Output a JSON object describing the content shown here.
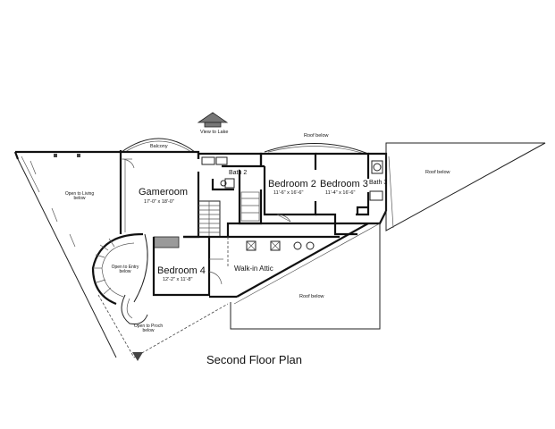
{
  "plan_title": "Second Floor Plan",
  "rooms": {
    "gameroom": {
      "name": "Gameroom",
      "dims": "17'-0\" x 18'-0\""
    },
    "bedroom2": {
      "name": "Bedroom 2",
      "dims": "11'-6\" x 16'-6\""
    },
    "bedroom3": {
      "name": "Bedroom 3",
      "dims": "11'-4\" x 16'-6\""
    },
    "bedroom4": {
      "name": "Bedroom 4",
      "dims": "12'-2\" x 11'-8\""
    },
    "bath2": {
      "name": "Bath 2"
    },
    "bath3": {
      "name": "Bath 3"
    },
    "walkin_attic": {
      "name": "Walk-in Attic"
    }
  },
  "annotations": {
    "view_to_lake": "View to Lake",
    "balcony": "Balcony",
    "roof_below_top": "Roof below",
    "roof_below_right": "Roof below",
    "roof_below_bottom": "Roof below",
    "open_to_living_1": "Open to Living",
    "open_to_living_2": "below",
    "open_to_entry_1": "Open to Entry",
    "open_to_entry_2": "below",
    "open_to_porch_1": "Open to Proch",
    "open_to_porch_2": "below"
  },
  "colors": {
    "wall": "#111111",
    "background": "#ffffff",
    "fill_gray": "#9a9a9a"
  }
}
